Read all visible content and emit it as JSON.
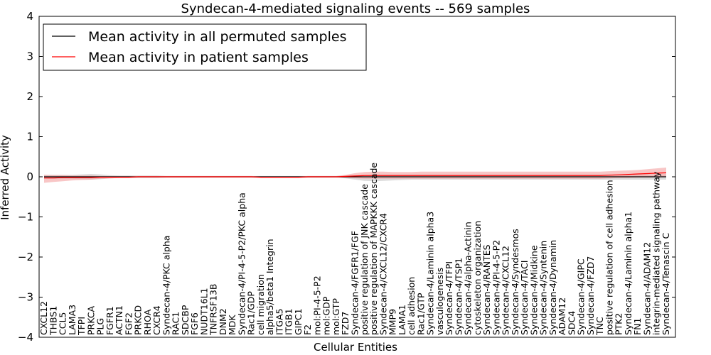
{
  "chart_data": {
    "type": "line",
    "title": "Syndecan-4-mediated signaling events -- 569 samples",
    "xlabel": "Cellular Entities",
    "ylabel": "Inferred Activity",
    "ylim": [
      -4,
      4
    ],
    "yticks": [
      -4,
      -3,
      -2,
      -1,
      0,
      1,
      2,
      3,
      4
    ],
    "grid": false,
    "legend_position": "top-left",
    "categories": [
      "CXCL12",
      "THBS1",
      "CCL5",
      "LAMA3",
      "TFPI",
      "PRKCA",
      "PLG",
      "FGFR1",
      "ACTN1",
      "FGF2",
      "PRKCD",
      "RHOA",
      "CXCR4",
      "Syndecan-4/PKC alpha",
      "RAC1",
      "SDCBP",
      "FGF6",
      "NUDT16L1",
      "TNFRSF13B",
      "DNM2",
      "MDK",
      "Syndecan-4/PI-4-5-P2/PKC alpha",
      "Rac1/GDP",
      "cell migration",
      "alpha5/beta1 Integrin",
      "ITGA5",
      "ITGB1",
      "GIPC1",
      "F2",
      "mol:PI-4-5-P2",
      "mol:GDP",
      "mol:GTP",
      "FZD7",
      "Syndecan-4/FGFR1/FGF",
      "positive regulation of JNK cascade",
      "positive regulation of MAPKKK cascade",
      "Syndecan-4/CXCL12/CXCR4",
      "MMP9",
      "LAMA1",
      "cell adhesion",
      "Rac1/GTP",
      "Syndecan-4/Laminin alpha3",
      "vasculogenesis",
      "Syndecan-4/TFPI",
      "Syndecan-4/TSP1",
      "Syndecan-4/alpha-Actinin",
      "cytoskeleton organization",
      "Syndecan-4/RANTES",
      "Syndecan-4/PI-4-5-P2",
      "Syndecan-4/CXCL12",
      "Syndecan-4/Syndesmos",
      "Syndecan-4/TACI",
      "Syndecan-4/Midkine",
      "Syndecan-4/Syntenin",
      "Syndecan-4/Dynamin",
      "ADAM12",
      "SDC4",
      "Syndecan-4/GIPC",
      "Syndecan-4/FZD7",
      "TNC",
      "positive regulation of cell adhesion",
      "PTK2",
      "Syndecan-4/Laminin alpha1",
      "FN1",
      "Syndecan-4/ADAM12",
      "integrin-mediated signaling pathway",
      "Syndecan-4/Tenascin C"
    ],
    "series": [
      {
        "name": "Mean activity in all permuted samples",
        "color": "#000000",
        "band_color": "#bfbfbf",
        "values": [
          0,
          0,
          0,
          0,
          0,
          0,
          0,
          0,
          0,
          0,
          0,
          0,
          0,
          0,
          0,
          0,
          0,
          0,
          0,
          0,
          0,
          0,
          0,
          0,
          0,
          0,
          0,
          0,
          0,
          0,
          0,
          0,
          0,
          0,
          0,
          0,
          0,
          0,
          0,
          0,
          0,
          0,
          0,
          0,
          0,
          0,
          0,
          0,
          0,
          0,
          0,
          0,
          0,
          0,
          0,
          0,
          0,
          0,
          0,
          0,
          0,
          0,
          0,
          0,
          0,
          0,
          0
        ],
        "band_upper": [
          0.05,
          0.05,
          0.05,
          0.05,
          0.06,
          0.07,
          0.06,
          0.04,
          0.03,
          0.03,
          0.03,
          0.03,
          0.03,
          0.02,
          0.02,
          0.02,
          0.02,
          0.02,
          0.02,
          0.02,
          0.02,
          0.02,
          0.02,
          0.02,
          0.02,
          0.02,
          0.02,
          0.02,
          0.02,
          0.02,
          0.02,
          0.02,
          0.03,
          0.04,
          0.05,
          0.06,
          0.06,
          0.06,
          0.06,
          0.06,
          0.06,
          0.06,
          0.06,
          0.06,
          0.06,
          0.06,
          0.06,
          0.06,
          0.06,
          0.06,
          0.06,
          0.06,
          0.06,
          0.06,
          0.06,
          0.06,
          0.06,
          0.06,
          0.06,
          0.06,
          0.06,
          0.06,
          0.06,
          0.06,
          0.06,
          0.06,
          0.06
        ],
        "band_lower": [
          -0.05,
          -0.05,
          -0.05,
          -0.05,
          -0.06,
          -0.07,
          -0.06,
          -0.04,
          -0.03,
          -0.03,
          -0.03,
          -0.03,
          -0.03,
          -0.02,
          -0.02,
          -0.02,
          -0.02,
          -0.02,
          -0.02,
          -0.02,
          -0.02,
          -0.02,
          -0.02,
          -0.02,
          -0.02,
          -0.02,
          -0.02,
          -0.02,
          -0.02,
          -0.02,
          -0.02,
          -0.02,
          -0.04,
          -0.07,
          -0.1,
          -0.11,
          -0.1,
          -0.09,
          -0.08,
          -0.07,
          -0.07,
          -0.07,
          -0.07,
          -0.07,
          -0.07,
          -0.07,
          -0.07,
          -0.07,
          -0.07,
          -0.07,
          -0.07,
          -0.07,
          -0.07,
          -0.07,
          -0.07,
          -0.07,
          -0.07,
          -0.07,
          -0.07,
          -0.07,
          -0.07,
          -0.07,
          -0.07,
          -0.07,
          -0.07,
          -0.07,
          -0.07
        ]
      },
      {
        "name": "Mean activity in patient samples",
        "color": "#ff0000",
        "band_color": "#f4a0a0",
        "values": [
          -0.03,
          -0.03,
          -0.02,
          -0.02,
          -0.02,
          -0.02,
          -0.01,
          -0.01,
          -0.01,
          -0.01,
          0,
          0,
          0,
          0,
          0,
          0,
          0,
          0,
          0,
          0,
          0,
          0,
          0,
          -0.01,
          -0.01,
          -0.01,
          -0.01,
          -0.01,
          0,
          0,
          0,
          0,
          0.01,
          0.02,
          0.03,
          0.03,
          0.03,
          0.03,
          0.03,
          0.03,
          0.03,
          0.03,
          0.03,
          0.03,
          0.03,
          0.03,
          0.03,
          0.03,
          0.03,
          0.03,
          0.03,
          0.03,
          0.03,
          0.03,
          0.03,
          0.03,
          0.03,
          0.03,
          0.03,
          0.03,
          0.04,
          0.05,
          0.06,
          0.07,
          0.08,
          0.09,
          0.1
        ],
        "band_upper": [
          0.05,
          0.04,
          0.04,
          0.03,
          0.03,
          0.03,
          0.02,
          0.02,
          0.02,
          0.02,
          0.02,
          0.02,
          0.02,
          0.02,
          0.02,
          0.02,
          0.02,
          0.02,
          0.02,
          0.02,
          0.02,
          0.02,
          0.02,
          0.01,
          0.01,
          0.01,
          0.01,
          0.01,
          0.02,
          0.02,
          0.02,
          0.02,
          0.05,
          0.09,
          0.12,
          0.13,
          0.13,
          0.12,
          0.12,
          0.12,
          0.13,
          0.13,
          0.13,
          0.13,
          0.13,
          0.13,
          0.13,
          0.13,
          0.13,
          0.13,
          0.13,
          0.13,
          0.13,
          0.13,
          0.13,
          0.13,
          0.13,
          0.13,
          0.13,
          0.13,
          0.14,
          0.15,
          0.16,
          0.17,
          0.19,
          0.21,
          0.23
        ],
        "band_lower": [
          -0.15,
          -0.13,
          -0.11,
          -0.09,
          -0.08,
          -0.07,
          -0.05,
          -0.04,
          -0.03,
          -0.03,
          -0.02,
          -0.02,
          -0.02,
          -0.02,
          -0.02,
          -0.02,
          -0.02,
          -0.02,
          -0.02,
          -0.02,
          -0.02,
          -0.02,
          -0.02,
          -0.03,
          -0.03,
          -0.03,
          -0.03,
          -0.03,
          -0.02,
          -0.02,
          -0.02,
          -0.02,
          -0.03,
          -0.04,
          -0.05,
          -0.05,
          -0.05,
          -0.05,
          -0.05,
          -0.05,
          -0.05,
          -0.05,
          -0.05,
          -0.05,
          -0.05,
          -0.05,
          -0.05,
          -0.05,
          -0.05,
          -0.05,
          -0.05,
          -0.05,
          -0.05,
          -0.05,
          -0.05,
          -0.05,
          -0.05,
          -0.05,
          -0.05,
          -0.05,
          -0.04,
          -0.03,
          -0.03,
          -0.02,
          -0.02,
          -0.01,
          -0.01
        ]
      }
    ]
  }
}
